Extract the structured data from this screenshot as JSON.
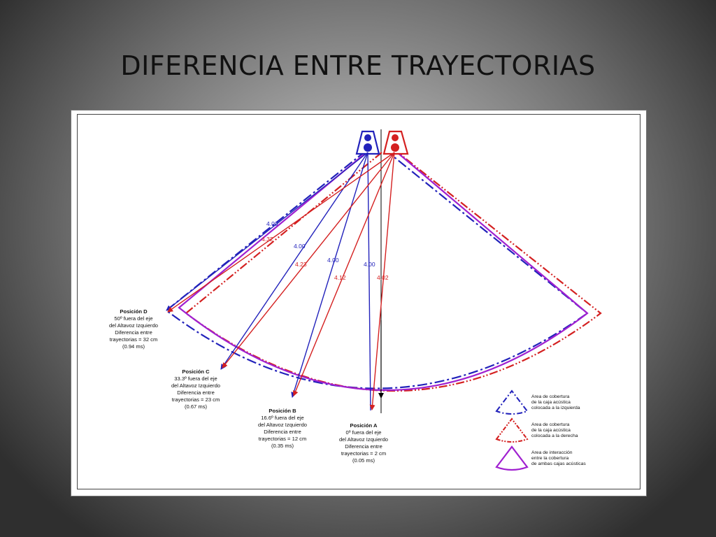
{
  "slide": {
    "title": "DIFERENCIA ENTRE TRAYECTORIAS"
  },
  "colors": {
    "left_speaker": "#2222bb",
    "right_speaker": "#d42020",
    "overlap": "#a020d0",
    "axis": "#000000"
  },
  "distances": {
    "d_left": "4.00",
    "d_right": "4.32",
    "c_left": "4.00",
    "c_right": "4.23",
    "b_left": "4.00",
    "b_right": "4.12",
    "a_left": "4.00",
    "a_right": "4.02"
  },
  "positions": {
    "d": {
      "title": "Posición D",
      "line1": "50º fuera del eje",
      "line2": "del Altavoz Izquierdo",
      "line3": "Diferencia entre",
      "line4": "trayectorias = 32 cm",
      "line5": "(0.94 ms)"
    },
    "c": {
      "title": "Posición C",
      "line1": "33.3º fuera del eje",
      "line2": "del Altavoz Izquierdo",
      "line3": "Diferencia entre",
      "line4": "trayectorias = 23 cm",
      "line5": "(0.67 ms)"
    },
    "b": {
      "title": "Posición B",
      "line1": "16.6º fuera del eje",
      "line2": "del Altavoz Izquierdo",
      "line3": "Diferencia entre",
      "line4": "trayectorias = 12 cm",
      "line5": "(0.35 ms)"
    },
    "a": {
      "title": "Posición A",
      "line1": "0º fuera del eje",
      "line2": "del Altavoz Izquierdo",
      "line3": "Diferencia entre",
      "line4": "trayectorias = 2 cm",
      "line5": "(0.05 ms)"
    }
  },
  "legend": {
    "left": {
      "line1": "Area de cobertura",
      "line2": "de la caja acústica",
      "line3": "colocada a la izquierda"
    },
    "right": {
      "line1": "Area de cobertura",
      "line2": "de la caja acústica",
      "line3": "colocada a la derecha"
    },
    "overlap": {
      "line1": "Area de interacción",
      "line2": "entre la cobertura",
      "line3": "de ambas cajas acústicas"
    }
  }
}
